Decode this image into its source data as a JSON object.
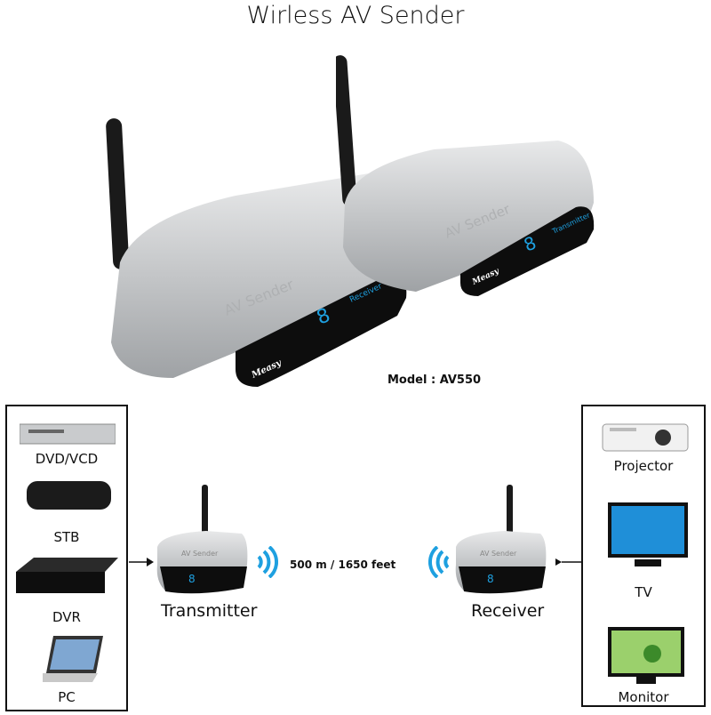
{
  "title": "Wirless AV Sender",
  "model_label": "Model : AV550",
  "device": {
    "brand": "Measy",
    "product_print": "AV Sender",
    "display_digit": "8",
    "receiver_label": "Receiver",
    "transmitter_label": "Transmitter"
  },
  "sources": [
    {
      "label": "DVD/VCD",
      "icon": "dvd-player-icon"
    },
    {
      "label": "STB",
      "icon": "set-top-box-icon"
    },
    {
      "label": "DVR",
      "icon": "dvr-icon"
    },
    {
      "label": "PC",
      "icon": "laptop-icon"
    }
  ],
  "outputs": [
    {
      "label": "Projector",
      "icon": "projector-icon"
    },
    {
      "label": "TV",
      "icon": "tv-icon"
    },
    {
      "label": "Monitor",
      "icon": "monitor-icon"
    }
  ],
  "transmitter_caption": "Transmitter",
  "receiver_caption": "Receiver",
  "range": "500 m / 1650 feet",
  "colors": {
    "accent_blue": "#1ea0e0",
    "silver": "#c8cacc",
    "panel": "#111111"
  }
}
